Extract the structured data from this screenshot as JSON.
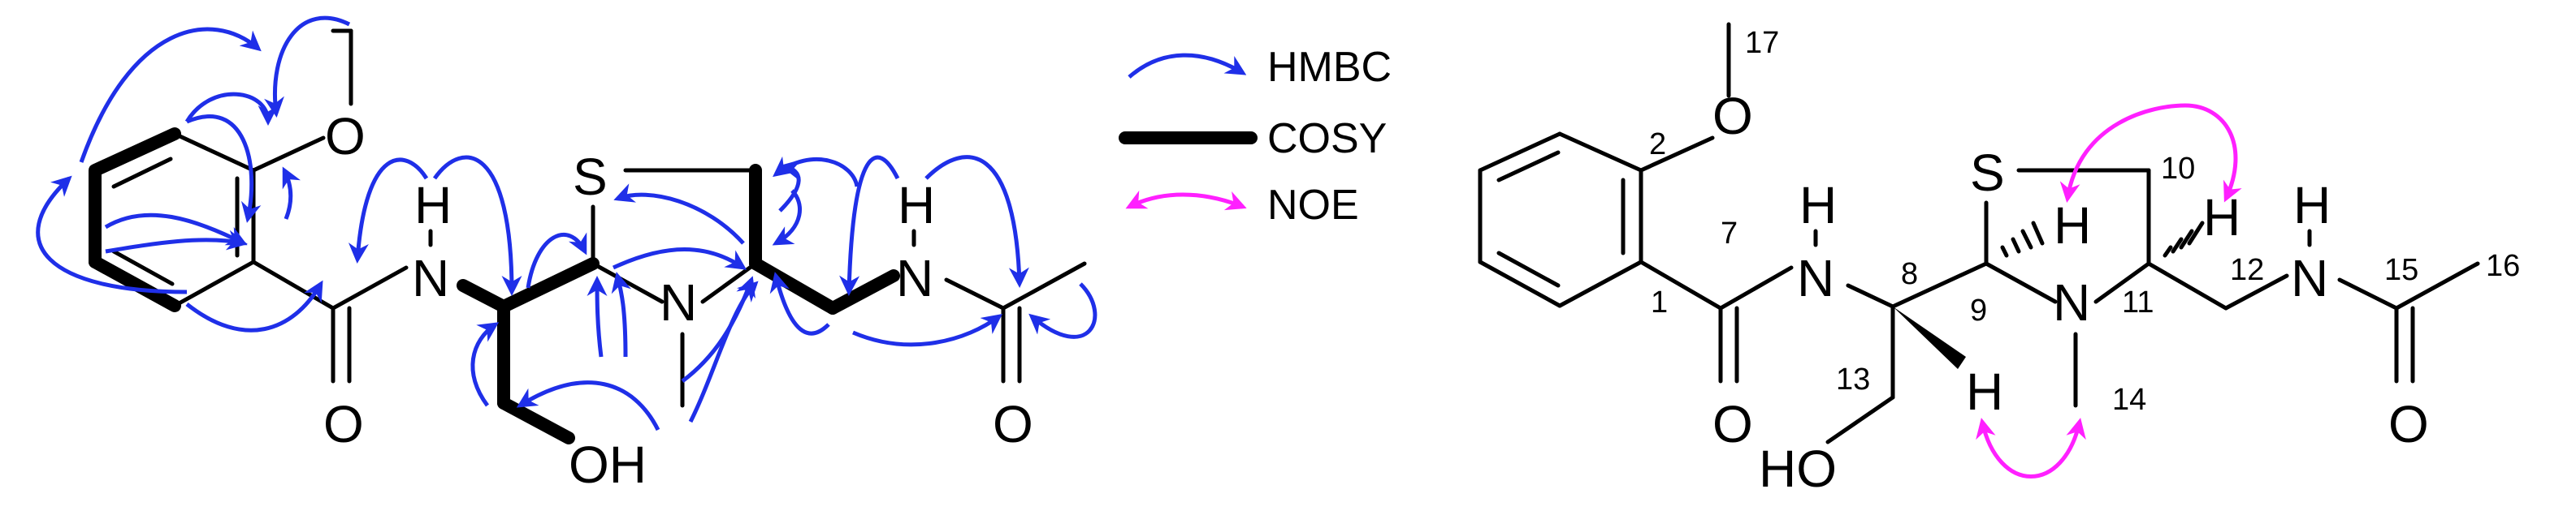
{
  "legend": {
    "hmbc_label": "HMBC",
    "cosy_label": "COSY",
    "noe_label": "NOE"
  },
  "colors": {
    "hmbc": "#1f2fe8",
    "noe": "#ff20ff",
    "bond": "#000000"
  },
  "left_structure": {
    "atoms": {
      "o_methoxy": "O",
      "h_amide1": "H",
      "n_amide1": "N",
      "o_carbonyl1": "O",
      "s_ring": "S",
      "n_ring": "N",
      "oh": "OH",
      "h_amide2": "H",
      "n_amide2": "N",
      "o_carbonyl2": "O"
    }
  },
  "right_structure": {
    "atoms": {
      "o_methoxy": "O",
      "h_amide1": "H",
      "n_amide1": "N",
      "o_carbonyl1": "O",
      "s_ring": "S",
      "h9": "H",
      "h10": "H",
      "n_ring": "N",
      "h8": "H",
      "ho": "HO",
      "h_amide2": "H",
      "n_amide2": "N",
      "o_carbonyl2": "O"
    },
    "numbers": {
      "c1": "1",
      "c2": "2",
      "c7": "7",
      "c8": "8",
      "c9": "9",
      "c10": "10",
      "c11": "11",
      "c12": "12",
      "c13": "13",
      "c14": "14",
      "c15": "15",
      "c16": "16",
      "c17": "17"
    }
  }
}
